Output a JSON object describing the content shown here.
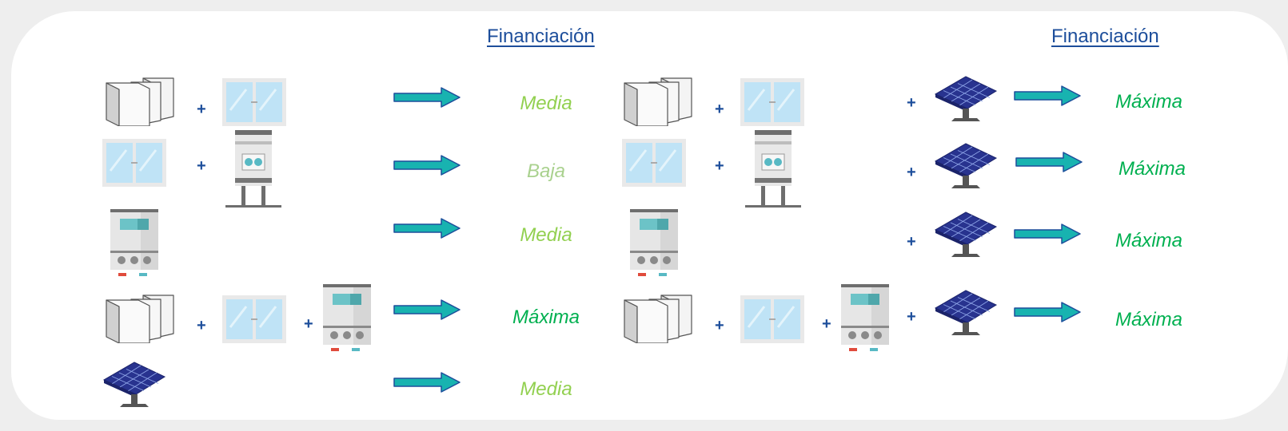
{
  "headings": {
    "left": "Financiación",
    "right": "Financiación"
  },
  "plus_sign": "+",
  "left_levels": [
    "Media",
    "Baja",
    "Media",
    "Máxima",
    "Media"
  ],
  "right_levels": [
    "Máxima",
    "Máxima",
    "Máxima",
    "Máxima"
  ],
  "colors": {
    "heading": "#1d4e9b",
    "plus": "#1d4e9b",
    "arrow_fill": "#18b3b0",
    "arrow_stroke": "#1d4e9b",
    "media": "#92d050",
    "baja": "#a9d18e",
    "maxima": "#00b050"
  },
  "icons": [
    "insulation-panels-icon",
    "window-icon",
    "heat-pump-icon",
    "boiler-icon",
    "solar-panel-icon"
  ]
}
